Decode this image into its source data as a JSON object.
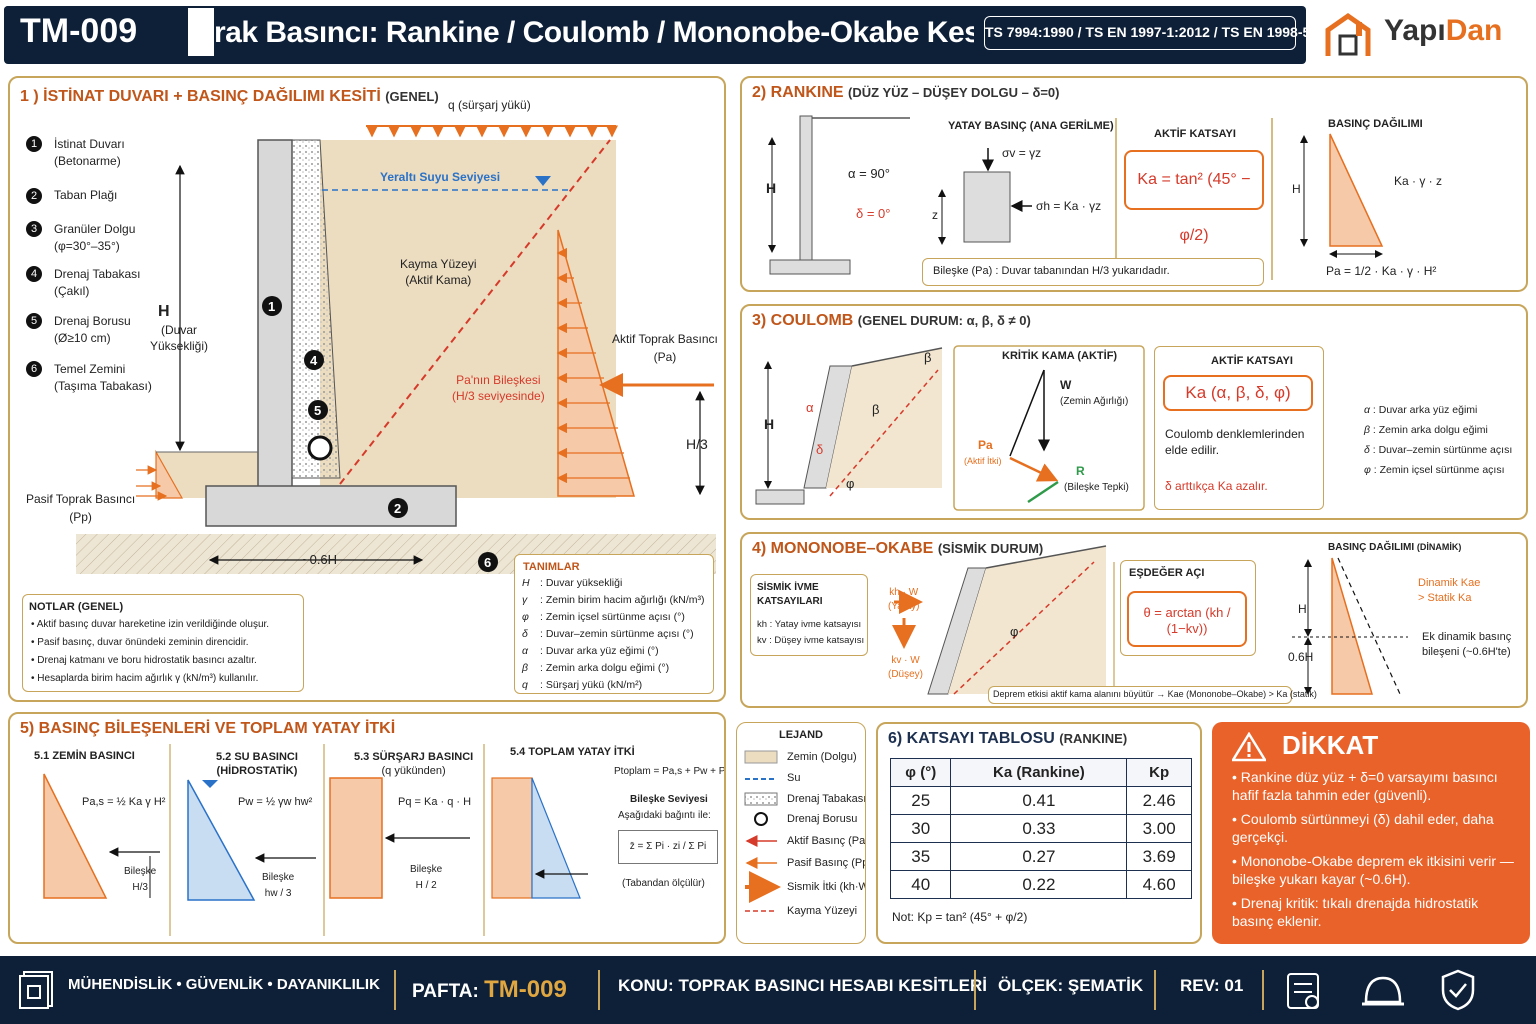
{
  "header": {
    "code": "TM-009",
    "title": "rak Basıncı: Rankine / Coulomb / Mononobe-Okabe Kesitleri",
    "standards": "TS 7994:1990 / TS EN 1997-1:2012 / TS EN 1998-5",
    "logo_main": "Yapı",
    "logo_accent": "Dan"
  },
  "colors": {
    "navy": "#0e2038",
    "gold": "#c7a55a",
    "orange": "#e67020",
    "red": "#d63a2a",
    "blue": "#2a72c8"
  },
  "p1": {
    "title": "1 ) İSTİNAT DUVARI + BASINÇ DAĞILIMI KESİTİ",
    "title_sub": "(GENEL)",
    "items": [
      {
        "n": "1",
        "l1": "İstinat Duvarı",
        "l2": "(Betonarme)"
      },
      {
        "n": "2",
        "l1": "Taban Plağı",
        "l2": ""
      },
      {
        "n": "3",
        "l1": "Granüler Dolgu",
        "l2": "(φ=30°–35°)"
      },
      {
        "n": "4",
        "l1": "Drenaj Tabakası",
        "l2": "(Çakıl)"
      },
      {
        "n": "5",
        "l1": "Drenaj Borusu",
        "l2": "(Ø≥10 cm)"
      },
      {
        "n": "6",
        "l1": "Temel Zemini",
        "l2": "(Taşıma Tabakası)"
      }
    ],
    "surcharge": "q (sürşarj yükü)",
    "water": "Yeraltı Suyu Seviyesi",
    "slip1": "Kayma Yüzeyi",
    "slip2": "(Aktif Kama)",
    "h_label": "H",
    "h_sub1": "(Duvar",
    "h_sub2": "Yüksekliği)",
    "active1": "Aktif Toprak Basıncı",
    "active2": "(Pa)",
    "resultant1": "Pa'nın Bileşkesi",
    "resultant2": "(H/3 seviyesinde)",
    "h3": "H/3",
    "passive1": "Pasif Toprak Basıncı",
    "passive2": "(Pp)",
    "base_width": "~0.6H",
    "notes_title": "NOTLAR (GENEL)",
    "notes": [
      "Aktif basınç duvar hareketine izin verildiğinde oluşur.",
      "Pasif basınç, duvar önündeki zeminin direncidir.",
      "Drenaj katmanı ve boru hidrostatik basıncı azaltır.",
      "Hesaplarda birim hacim ağırlık γ (kN/m³) kullanılır."
    ],
    "defs_title": "TANIMLAR",
    "defs": [
      {
        "s": "H",
        "d": ": Duvar yüksekliği"
      },
      {
        "s": "γ",
        "d": ": Zemin birim hacim ağırlığı (kN/m³)"
      },
      {
        "s": "φ",
        "d": ": Zemin içsel sürtünme açısı (°)"
      },
      {
        "s": "δ",
        "d": ": Duvar–zemin sürtünme açısı (°)"
      },
      {
        "s": "α",
        "d": ": Duvar arka yüz eğimi (°)"
      },
      {
        "s": "β",
        "d": ": Zemin arka dolgu eğimi (°)"
      },
      {
        "s": "q",
        "d": ": Sürşarj yükü (kN/m²)"
      }
    ]
  },
  "p2": {
    "title": "2) RANKINE",
    "title_sub": "(DÜZ YÜZ – DÜŞEY DOLGU – δ=0)",
    "alpha": "α = 90°",
    "delta": "δ = 0°",
    "h": "H",
    "stress_title": "YATAY BASINÇ (ANA GERİLME)",
    "sv": "σv = γz",
    "sh": "σh = Ka · γz",
    "z": "z",
    "coef_title": "AKTİF KATSAYI",
    "ka": "Ka = tan² (45° − φ/2)",
    "resultant": "Bileşke (Pa) : Duvar tabanından H/3 yukarıdadır.",
    "dist_title": "BASINÇ DAĞILIMI",
    "dist_label": "Ka · γ · z",
    "dist_h": "H",
    "pa": "Pa = 1/2 · Ka · γ · H²"
  },
  "p3": {
    "title": "3) COULOMB",
    "title_sub": "(GENEL DURUM: α, β, δ ≠ 0)",
    "h": "H",
    "beta": "β",
    "alpha": "α",
    "delta": "δ",
    "phi": "φ",
    "wedge_title": "KRİTİK KAMA (AKTİF)",
    "w": "W",
    "w_sub": "(Zemin Ağırlığı)",
    "pa": "Pa",
    "pa_sub": "(Aktif İtki)",
    "r": "R",
    "r_sub": "(Bileşke Tepki)",
    "coef_title": "AKTİF KATSAYI",
    "ka": "Ka (α, β, δ, φ)",
    "c1": "Coulomb denklemlerinden",
    "c2": "elde edilir.",
    "c3": "δ arttıkça Ka azalır.",
    "defs": [
      {
        "s": "α",
        "d": ": Duvar arka yüz eğimi"
      },
      {
        "s": "β",
        "d": ": Zemin arka dolgu eğimi"
      },
      {
        "s": "δ",
        "d": ": Duvar–zemin sürtünme açısı"
      },
      {
        "s": "φ",
        "d": ": Zemin içsel sürtünme açısı"
      }
    ]
  },
  "p4": {
    "title": "4) MONONOBE–OKABE",
    "title_sub": "(SİSMİK DURUM)",
    "seis_title1": "SİSMİK İVME",
    "seis_title2": "KATSAYILARI",
    "kh": "kh : Yatay ivme katsayısı",
    "kv": "kv : Düşey ivme katsayısı",
    "khw": "kh · W",
    "khw_sub": "(Yatay)",
    "kvw": "kv · W",
    "kvw_sub": "(Düşey)",
    "phi": "φ",
    "eq_title": "EŞDEĞER AÇI",
    "theta": "θ = arctan (kh / (1−kv))",
    "note": "Deprem etkisi aktif kama alanını büyütür → Kae (Mononobe–Okabe) > Ka (statik)",
    "dist_title": "BASINÇ DAĞILIMI",
    "dist_sub": "(DİNAMİK)",
    "dyn1": "Dinamik Kae",
    "dyn2": "> Statik Ka",
    "extra1": "Ek dinamik basınç",
    "extra2": "bileşeni (~0.6H'te)",
    "h": "H",
    "h06": "0.6H"
  },
  "p5": {
    "title": "5) BASINÇ BİLEŞENLERİ VE TOPLAM YATAY İTKİ",
    "s1_title": "5.1 ZEMİN BASINCI",
    "s1_eq": "Pa,s = ½ Ka γ H²",
    "s1_r1": "Bileşke",
    "s1_r2": "H/3",
    "s2_title": "5.2 SU BASINCI",
    "s2_sub": "(HİDROSTATİK)",
    "s2_eq": "Pw = ½ γw hw²",
    "s2_r1": "Bileşke",
    "s2_r2": "hw / 3",
    "s3_title": "5.3 SÜRŞARJ BASINCI",
    "s3_sub": "(q yükünden)",
    "s3_eq": "Pq = Ka · q · H",
    "s3_r1": "Bileşke",
    "s3_r2": "H / 2",
    "s4_title": "5.4 TOPLAM YATAY İTKİ",
    "s4_eq": "Ptoplam = Pa,s + Pw + Pq",
    "s4_l1": "Bileşke Seviyesi",
    "s4_l2": "Aşağıdaki bağıntı ile:",
    "s4_z": "z̄ = Σ Pi · zi / Σ Pi",
    "s4_note": "(Tabandan ölçülür)"
  },
  "legend": {
    "title": "LEJAND",
    "items": [
      "Zemin (Dolgu)",
      "Su",
      "Drenaj Tabakası",
      "Drenaj Borusu",
      "Aktif Basınç (Pa)",
      "Pasif Basınç (Pp)",
      "Sismik İtki (kh·W)",
      "Kayma Yüzeyi"
    ]
  },
  "p6": {
    "title": "6) KATSAYI TABLOSU",
    "title_sub": "(RANKINE)",
    "headers": [
      "φ (°)",
      "Ka (Rankine)",
      "Kp"
    ],
    "rows": [
      [
        "25",
        "0.41",
        "2.46"
      ],
      [
        "30",
        "0.33",
        "3.00"
      ],
      [
        "35",
        "0.27",
        "3.69"
      ],
      [
        "40",
        "0.22",
        "4.60"
      ]
    ],
    "note": "Not: Kp = tan² (45° + φ/2)"
  },
  "dikkat": {
    "title": "DİKKAT",
    "items": [
      "Rankine düz yüz + δ=0 varsayımı basıncı hafif fazla tahmin eder (güvenli).",
      "Coulomb sürtünmeyi (δ) dahil eder, daha gerçekçi.",
      "Mononobe-Okabe deprem ek itkisini verir — bileşke yukarı kayar (~0.6H).",
      "Drenaj kritik: tıkalı drenajda hidrostatik basınç eklenir."
    ]
  },
  "footer": {
    "tagline": "MÜHENDİSLİK  •  GÜVENLİK  •  DAYANIKLILIK",
    "pafta_label": "PAFTA:",
    "pafta_value": "TM-009",
    "konu": "KONU: TOPRAK BASINCI HESABI KESİTLERİ",
    "olcek": "ÖLÇEK: ŞEMATİK",
    "rev": "REV: 01"
  }
}
